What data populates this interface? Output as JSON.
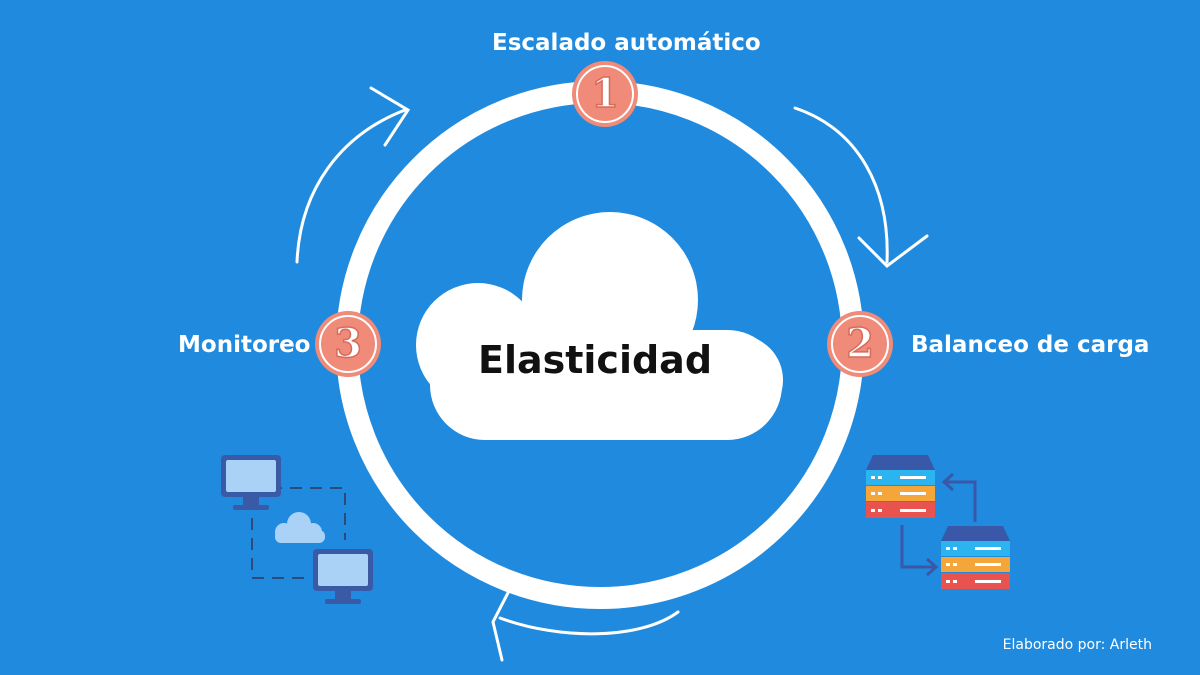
{
  "center_title": "Elasticidad",
  "steps": [
    {
      "number": "1",
      "label": "Escalado automático"
    },
    {
      "number": "2",
      "label": "Balanceo de carga"
    },
    {
      "number": "3",
      "label": "Monitoreo"
    }
  ],
  "credit": "Elaborado por: Arleth",
  "colors": {
    "background": "#1f8ade",
    "ring": "#ffffff",
    "badge": "#ef8b78",
    "badge_border": "#d86a5a",
    "server_cyan": "#2cb4f0",
    "server_orange": "#f4a63a",
    "server_red": "#e8524f",
    "server_top": "#3a58a8",
    "monitor_screen": "#a9d2f6",
    "monitor_frame": "#3b5aa6"
  },
  "icons": [
    "cloud-icon",
    "servers-load-balancer-icon",
    "monitors-cloud-icon",
    "cycle-arrow-icon"
  ]
}
